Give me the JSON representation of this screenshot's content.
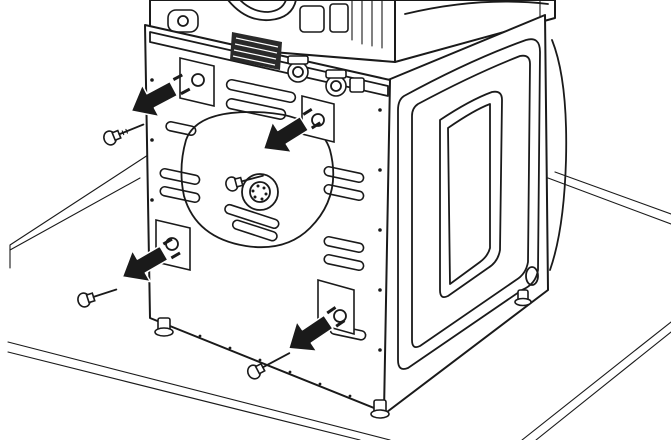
{
  "figure": {
    "subject": "rear-view-washer-dryer-stack",
    "step": "remove-shipping-bolts",
    "bolt_count": 4,
    "bolts_removed": 4,
    "colors": {
      "line": "#1a1a1a",
      "background": "#ffffff",
      "arrow": "#1a1a1a"
    },
    "icons": [
      "shipping-bolt-icon",
      "removal-arrow-icon",
      "leveling-foot-icon",
      "vent-grille-icon",
      "water-inlet-valve-icon"
    ]
  }
}
